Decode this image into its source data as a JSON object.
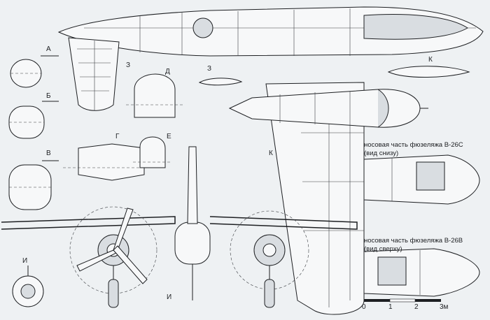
{
  "section_labels": {
    "a": "А",
    "b": "Б",
    "v": "В",
    "g": "Г",
    "d": "Д",
    "e": "Е",
    "z_left": "З",
    "z_right": "З",
    "k_top": "К",
    "k_mid": "К",
    "i_left": "И",
    "i_bottom": "И"
  },
  "captions": {
    "b26c_line1": "носовая часть фюзеляжа B-26C",
    "b26c_line2": "(вид снизу)",
    "b26b_line1": "носовая часть фюзеляжа B-26B",
    "b26b_line2": "(вид сверху)"
  },
  "scale": {
    "ticks": [
      "0",
      "1",
      "2",
      "3м"
    ]
  },
  "colors": {
    "paper": "#eef1f3",
    "ink": "#1d1f22"
  }
}
